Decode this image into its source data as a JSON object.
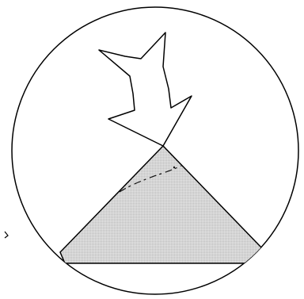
{
  "diagram": {
    "colors": {
      "background": "#ffffff",
      "outline": "#000000",
      "fill": "#cfcfcf",
      "dash": "#111111"
    },
    "elements": {
      "circle": "circle-outline",
      "triangle": "shaded-triangle",
      "arrow": "zigzag-arrow-icon",
      "trace": "dashed-trace-line"
    }
  }
}
